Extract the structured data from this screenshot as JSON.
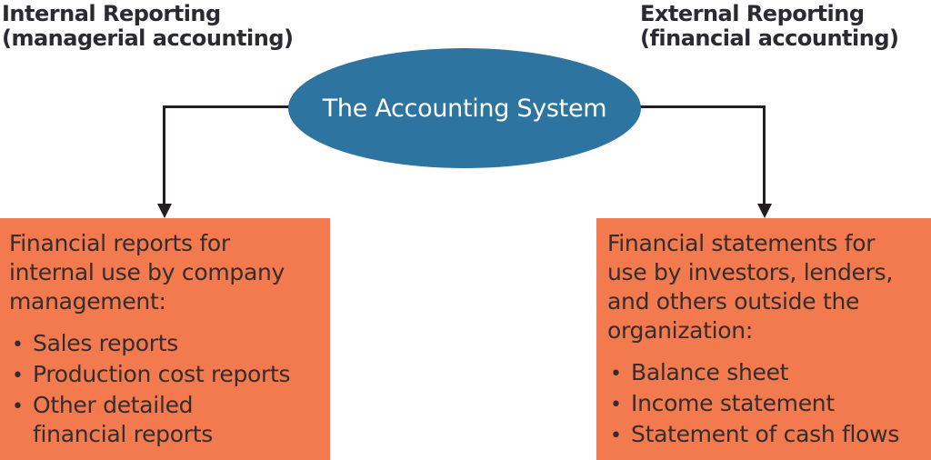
{
  "headings": {
    "internal": {
      "line1": "Internal Reporting",
      "line2": "(managerial accounting)"
    },
    "external": {
      "line1": "External Reporting",
      "line2": "(financial accounting)"
    }
  },
  "center_node": {
    "label": "The Accounting System"
  },
  "internal_box": {
    "paragraph": "Financial reports for\ninternal use by company\nmanagement:",
    "bullets": [
      "Sales reports",
      "Production cost reports",
      "Other detailed\nfinancial reports"
    ]
  },
  "external_box": {
    "paragraph": "Financial statements for\nuse by investors, lenders,\nand others outside the\norganization:",
    "bullets": [
      "Balance sheet",
      "Income statement",
      "Statement of cash flows"
    ]
  },
  "colors": {
    "box_orange": "#f3794f",
    "ellipse_blue": "#2d74a0",
    "heading_text": "#2b2a33",
    "body_text": "#332d2e",
    "arrow": "#231f20",
    "ellipse_text": "#ffffff"
  }
}
